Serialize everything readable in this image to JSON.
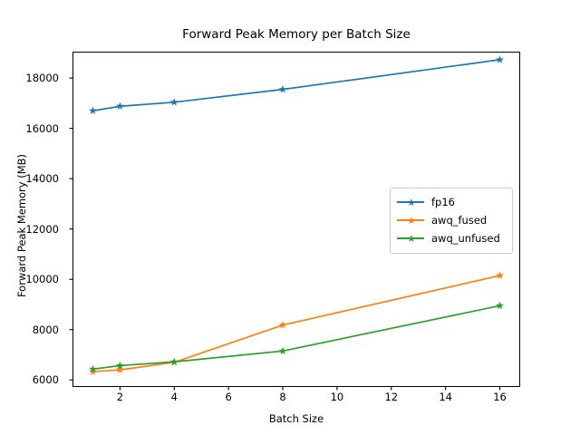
{
  "chart_data": {
    "type": "line",
    "title": "Forward Peak Memory per Batch Size",
    "xlabel": "Batch Size",
    "ylabel": "Forward Peak Memory (MB)",
    "x": [
      1,
      2,
      4,
      8,
      16
    ],
    "xlim": [
      0.25,
      16.75
    ],
    "ylim": [
      5720,
      19050
    ],
    "xticks": [
      2,
      4,
      6,
      8,
      10,
      12,
      14,
      16
    ],
    "xtick_labels": [
      "2",
      "4",
      "6",
      "8",
      "10",
      "12",
      "14",
      "16"
    ],
    "yticks": [
      6000,
      8000,
      10000,
      12000,
      14000,
      16000,
      18000
    ],
    "ytick_labels": [
      "6000",
      "8000",
      "10000",
      "12000",
      "14000",
      "16000",
      "18000"
    ],
    "grid": false,
    "marker": "star",
    "legend_position": "center right",
    "series": [
      {
        "name": "fp16",
        "color": "#1f77b4",
        "values": [
          16700,
          16880,
          17040,
          17550,
          18730
        ]
      },
      {
        "name": "awq_fused",
        "color": "#ff7f0e",
        "values": [
          6330,
          6400,
          6700,
          8180,
          10150
        ]
      },
      {
        "name": "awq_unfused",
        "color": "#2ca02c",
        "values": [
          6430,
          6570,
          6720,
          7150,
          8950
        ]
      }
    ]
  },
  "legend": {
    "items": [
      {
        "label": "fp16"
      },
      {
        "label": "awq_fused"
      },
      {
        "label": "awq_unfused"
      }
    ]
  }
}
